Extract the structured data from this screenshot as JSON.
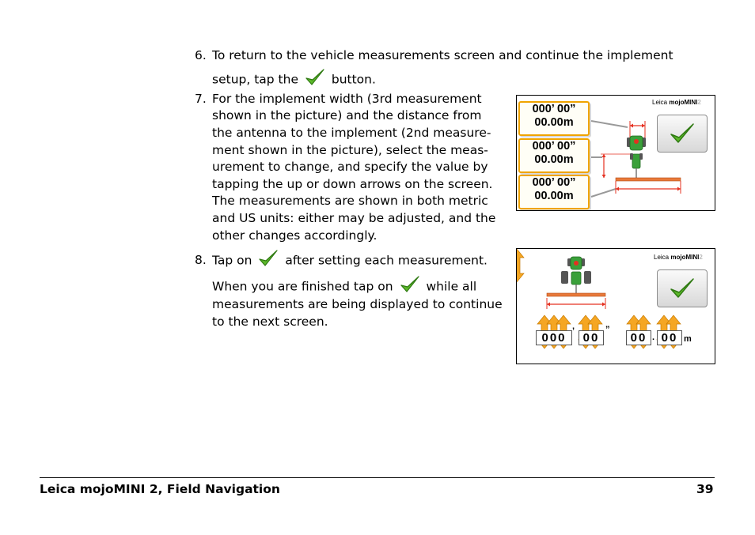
{
  "steps": [
    {
      "number": "6.",
      "lines": [
        "To return to the vehicle measurements screen and continue the implement"
      ],
      "line2_before": "setup, tap the",
      "line2_after": "button."
    },
    {
      "number": "7.",
      "lines": [
        "For the implement width (3rd measurement",
        "shown in the picture) and the distance from",
        "the antenna to the implement (2nd measure-",
        "ment shown in the picture), select the meas-",
        "urement to change, and specify the value by",
        "tapping the up or down arrows on the screen.",
        "The measurements are shown in both metric",
        "and US units: either may be adjusted, and the",
        "other changes accordingly."
      ]
    },
    {
      "number": "8.",
      "before": "Tap on",
      "after": "after setting each measurement.",
      "para_before": "When you are finished tap on",
      "para_after": "while all",
      "para_lines": [
        "measurements are being displayed to continue",
        "to the next screen."
      ]
    }
  ],
  "figure1": {
    "brand_prefix": "Leica",
    "brand_name": "mojoMINI",
    "brand_suffix": "2",
    "measurements": [
      {
        "us": "000’ 00”",
        "metric": "00.00m"
      },
      {
        "us": "000’ 00”",
        "metric": "00.00m"
      },
      {
        "us": "000’ 00”",
        "metric": "00.00m"
      }
    ]
  },
  "figure2": {
    "brand_prefix": "Leica",
    "brand_name": "mojoMINI",
    "brand_suffix": "2",
    "feet_digits": "000",
    "feet_mark": "’",
    "inch_digits": "00",
    "inch_mark": "”",
    "meter_digits": "00",
    "decimal": ".",
    "cm_digits": "00",
    "meter_unit": "m"
  },
  "footer": {
    "title": "Leica mojoMINI 2, Field Navigation",
    "page": "39"
  },
  "colors": {
    "check_green": "#5cb82a",
    "box_orange": "#f0a400",
    "arrow_orange": "#f5a623",
    "dimension_red": "#e53020",
    "tractor_green": "#3aa03a"
  }
}
